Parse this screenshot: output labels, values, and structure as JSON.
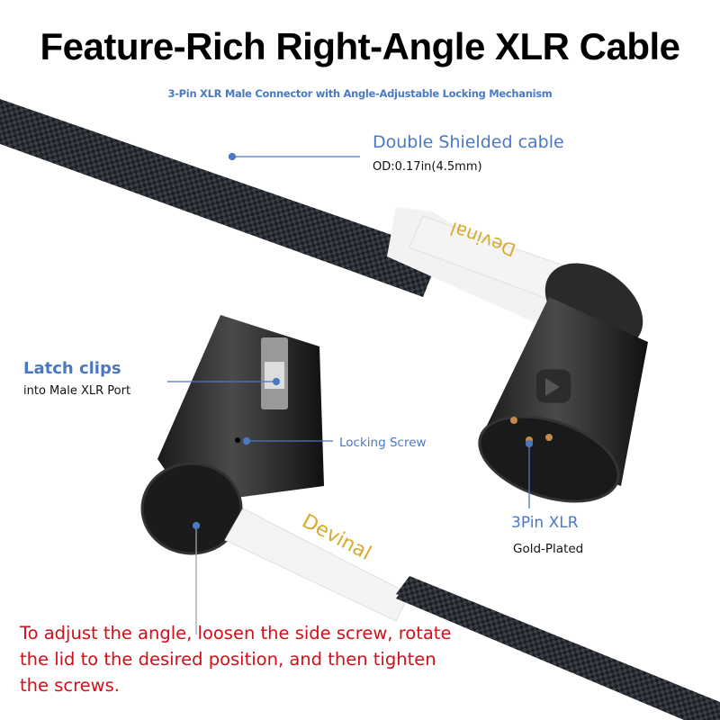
{
  "header": {
    "title": "Feature-Rich Right-Angle XLR Cable",
    "subtitle": "3-Pin XLR Male Connector with Angle-Adjustable Locking Mechanism"
  },
  "callouts": {
    "cable": {
      "title": "Double Shielded cable",
      "detail": "OD:0.17in(4.5mm)"
    },
    "latch": {
      "title": "Latch clips",
      "detail": "into Male XLR Port"
    },
    "screw": {
      "title": "Locking Screw"
    },
    "pins": {
      "title": "3Pin XLR",
      "detail": "Gold-Plated"
    }
  },
  "instructions": {
    "text": "To adjust the angle, loosen the side screw, rotate the lid to the desired position, and then tighten the screws."
  },
  "branding": {
    "logo_text": "Devinal",
    "logo_color": "#d9aa2a"
  },
  "colors": {
    "accent_blue": "#4a78c4",
    "warning_red": "#d0101a",
    "cable": "#2b2f36"
  }
}
